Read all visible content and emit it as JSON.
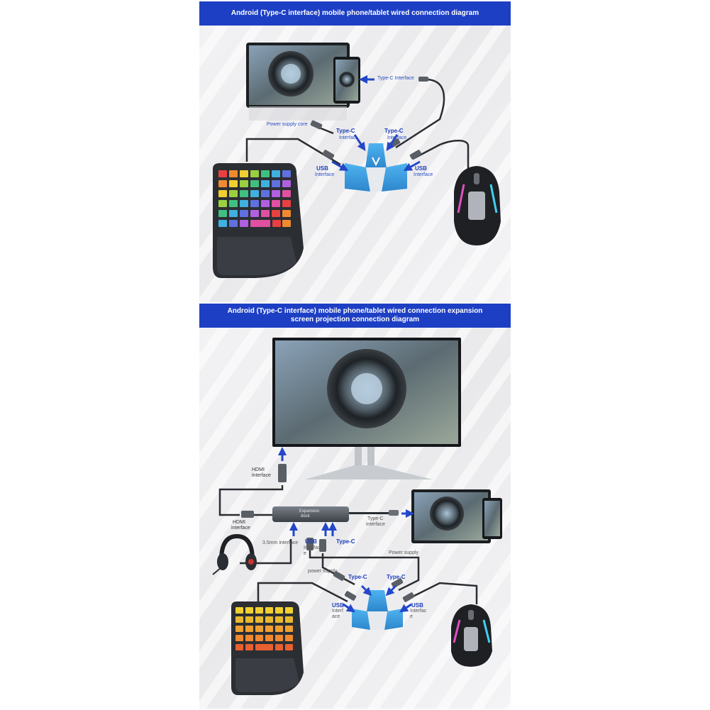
{
  "top": {
    "title": "Android (Type-C interface) mobile phone/tablet wired connection diagram",
    "labels": {
      "typec_interface": "Type-C Interface",
      "power_supply_core": "Power supply core",
      "typec_left_title": "Type-C",
      "typec_left_sub": "Interfac",
      "typec_right_title": "Type-C",
      "typec_right_sub": "Interface",
      "usb_left_title": "USB",
      "usb_left_sub": "Interface",
      "usb_right_title": "USB",
      "usb_right_sub": "Interface"
    }
  },
  "bottom": {
    "title": "Android (Type-C interface) mobile phone/tablet wired connection expansion screen projection connection diagram",
    "labels": {
      "hdmi_top_1": "HDMI",
      "hdmi_top_2": "interface",
      "hdmi_left_1": "HDMI",
      "hdmi_left_2": "interface",
      "dock_1": "Expansion",
      "dock_2": "dock",
      "typec_interface_1": "Type-C",
      "typec_interface_2": "interface",
      "mm_interface": "3.5mm interface",
      "usb_dock_1": "USB",
      "usb_dock_2": "Interfac",
      "usb_dock_3": "e",
      "typec_dock": "Type-C",
      "power_supply_right": "Power supply",
      "power_supply_left": "power supply",
      "typec_left": "Type-C",
      "typec_right": "Type-C",
      "usb_left_1": "USB",
      "usb_left_2": "Interf",
      "usb_left_3": "ace",
      "usb_right_1": "USB",
      "usb_right_2": "Interfac",
      "usb_right_3": "e"
    }
  },
  "colors": {
    "banner": "#1d3fc4",
    "arrow": "#2447c8",
    "hub": "#3aa0e0"
  }
}
